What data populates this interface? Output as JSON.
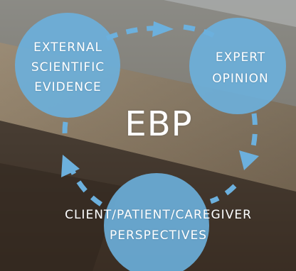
{
  "diagram": {
    "center_label": "EBP",
    "nodes": [
      {
        "id": "external",
        "label": "EXTERNAL\nSCIENTIFIC\nEVIDENCE"
      },
      {
        "id": "expert",
        "label": "EXPERT\nOPINION"
      },
      {
        "id": "client",
        "label": "CLIENT/PATIENT/CAREGIVER\nPERSPECTIVES"
      }
    ],
    "cycle_direction": "clockwise"
  },
  "colors": {
    "node_fill": "#6cb0dd",
    "arrow": "#6cb0dd",
    "text": "#ffffff",
    "background_top": "#7a7a74",
    "background_bottom": "#3e3328"
  }
}
